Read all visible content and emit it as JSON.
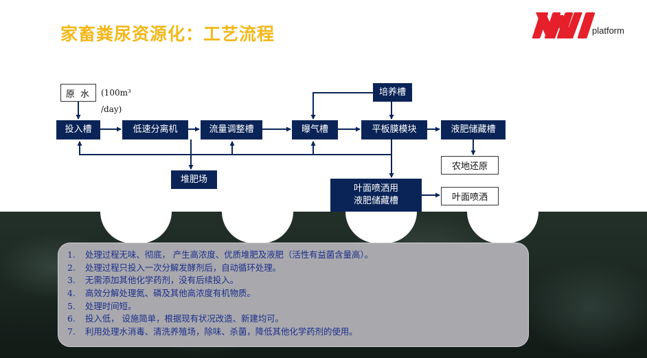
{
  "title": "家畜粪尿资源化：工艺流程",
  "logo": {
    "text": "platform"
  },
  "flow": {
    "raw_water": "原 水",
    "flow_note_1": "(100m³",
    "flow_note_2": "/day)",
    "feed_tank": "投入槽",
    "low_speed_separator": "低速分离机",
    "flow_adjust_tank": "流量调整槽",
    "aeration_tank": "曝气槽",
    "culture_tank": "培养槽",
    "flat_membrane_module": "平板膜模块",
    "liquid_fertilizer_tank": "液肥储藏槽",
    "compost_yard": "堆肥场",
    "foliar_tank_line1": "叶面喷洒用",
    "foliar_tank_line2": "液肥储藏槽",
    "farmland_return": "农地还原",
    "foliar_spray": "叶面喷洒"
  },
  "points": [
    {
      "num": "1.",
      "text": "处理过程无味、彻底，  产生高浓度、优质堆肥及液肥（活性有益菌含量高）。"
    },
    {
      "num": "2.",
      "text": "处理过程只投入一次分解发酵剂后，自动循环处理。"
    },
    {
      "num": "3.",
      "text": "无需添加其他化学药剂，没有后续投入。"
    },
    {
      "num": "4.",
      "text": "高效分解处理氮、磷及其他高浓度有机物质。"
    },
    {
      "num": "5.",
      "text": "处理时间短。"
    },
    {
      "num": "6.",
      "text": "投入低，  设施简单，根据现有状况改造、新建均可。"
    },
    {
      "num": "7.",
      "text": "利用处理水消毒、清洗养殖场，除味、杀菌，降低其他化学药剂的使用。"
    }
  ],
  "colors": {
    "title": "#f2b81b",
    "box": "#0b2457",
    "logo": "#e5202b",
    "points_text": "#1c2f8c",
    "panel": "#a9a8ad"
  }
}
